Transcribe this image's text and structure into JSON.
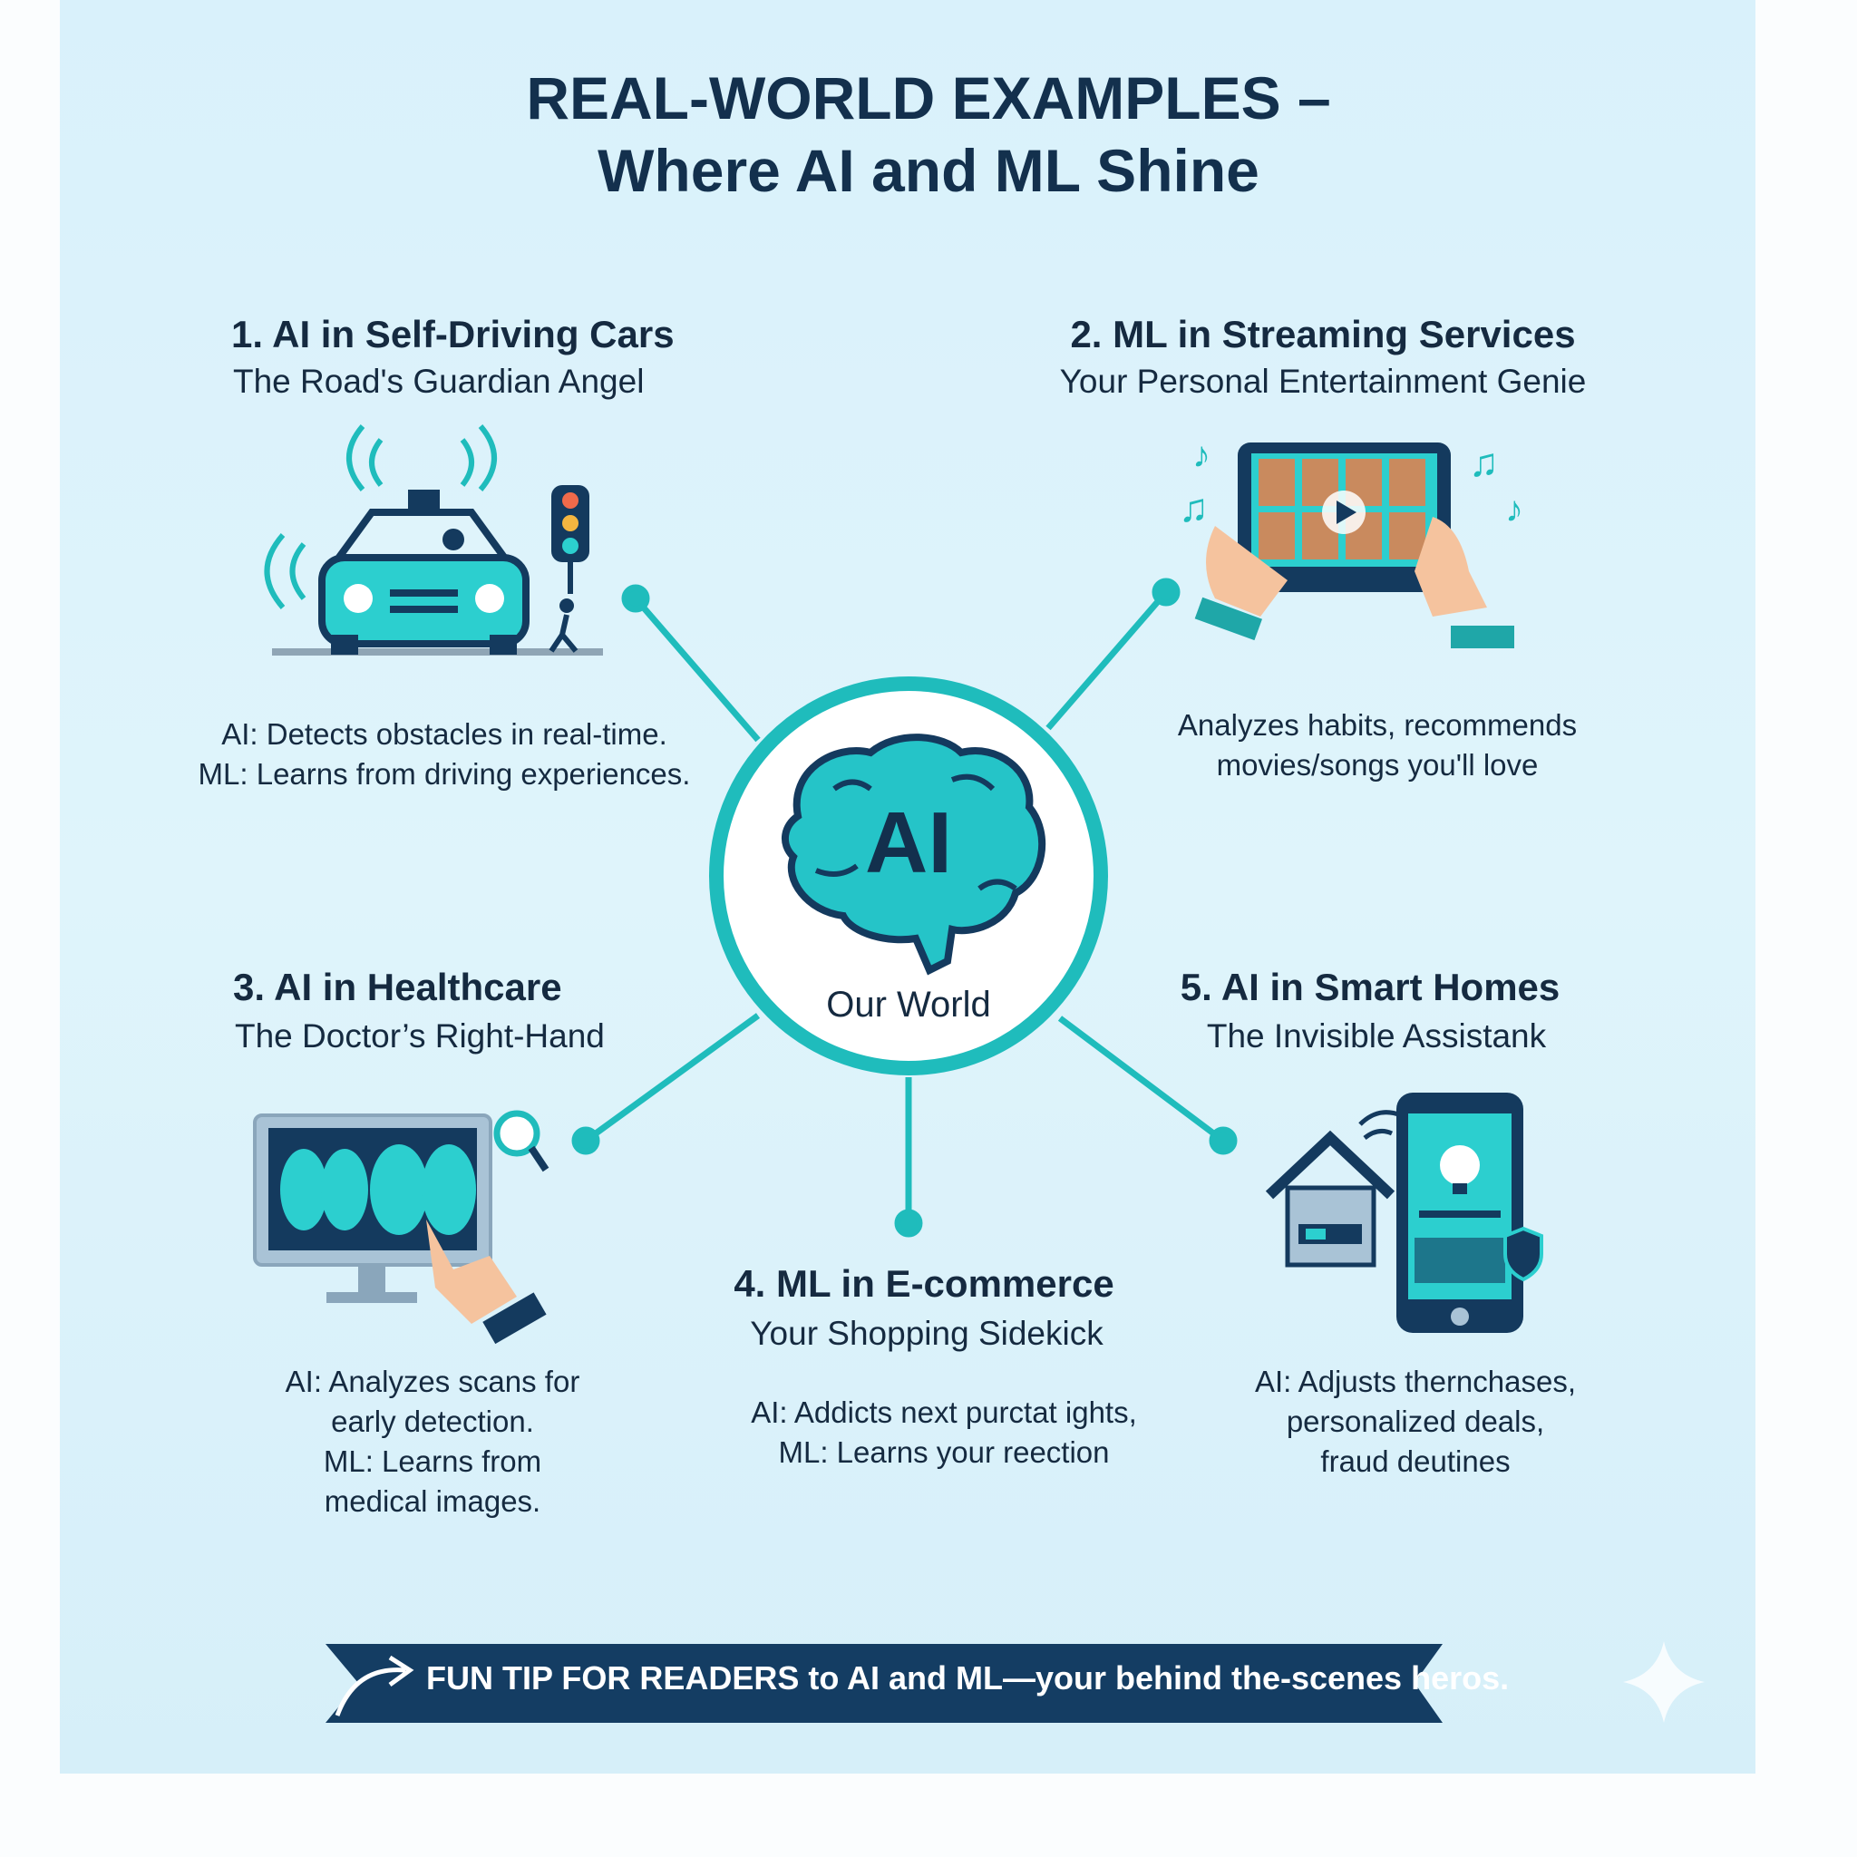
{
  "header": {
    "title_line1": "REAL-WORLD EXAMPLES –",
    "title_line2": "Where AI and ML Shine"
  },
  "center": {
    "brain_label": "AI",
    "caption": "Our World",
    "icon": "brain-icon"
  },
  "sections": [
    {
      "title": "1. AI in Self-Driving Cars",
      "subtitle": "The Road's Guardian Angel",
      "desc": [
        "AI: Detects obstacles in real-time.",
        "ML: Learns from driving experiences."
      ],
      "icon": "self-driving-car-icon"
    },
    {
      "title": "2. ML in Streaming Services",
      "subtitle": "Your Personal Entertainment Genie",
      "desc": [
        "Analyzes habits, recommends",
        "movies/songs you'll love"
      ],
      "icon": "streaming-tablet-icon"
    },
    {
      "title": "3. AI in Healthcare",
      "subtitle": "The Doctor’s Right-Hand",
      "desc": [
        "AI: Analyzes scans for",
        "early detection.",
        "ML: Learns from",
        "medical images."
      ],
      "icon": "medical-scan-monitor-icon"
    },
    {
      "title": "4. ML in E-commerce",
      "subtitle": "Your Shopping Sidekick",
      "desc": [
        "AI: Addicts next purctat ights,",
        "ML: Learns your reection"
      ],
      "icon": "none"
    },
    {
      "title": "5. AI in Smart Homes",
      "subtitle": "The Invisible Assistank",
      "desc": [
        "AI: Adjusts thernchases,",
        "personalized deals,",
        "fraud deutines"
      ],
      "icon": "smart-home-phone-icon"
    }
  ],
  "banner": {
    "text": "FUN TIP FOR READERS to AI and ML—your behind the-scenes heros.",
    "icon": "arrow-icon"
  },
  "colors": {
    "accent": "#1fc1c1",
    "navy": "#143a5e",
    "text": "#152a40",
    "background": "#dbf2fb"
  }
}
